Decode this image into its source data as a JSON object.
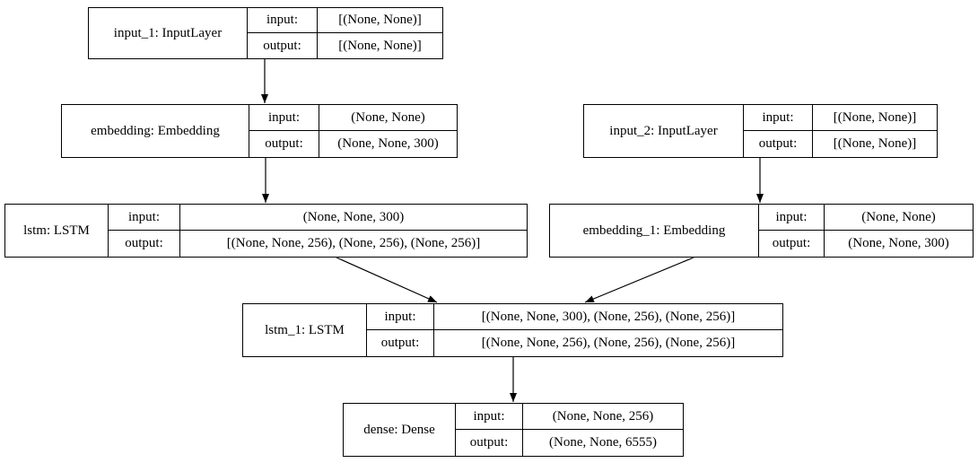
{
  "diagram": {
    "kind": "keras-model-architecture-plot",
    "colors": {
      "background": "#ffffff",
      "line": "#000000",
      "text": "#000000"
    },
    "io_labels": {
      "input": "input:",
      "output": "output:"
    },
    "nodes": [
      {
        "name": "input_1: InputLayer",
        "input": "[(None, None)]",
        "output": "[(None, None)]"
      },
      {
        "name": "embedding: Embedding",
        "input": "(None, None)",
        "output": "(None, None, 300)"
      },
      {
        "name": "lstm: LSTM",
        "input": "(None, None, 300)",
        "output": "[(None, None, 256), (None, 256), (None, 256)]"
      },
      {
        "name": "input_2: InputLayer",
        "input": "[(None, None)]",
        "output": "[(None, None)]"
      },
      {
        "name": "embedding_1: Embedding",
        "input": "(None, None)",
        "output": "(None, None, 300)"
      },
      {
        "name": "lstm_1: LSTM",
        "input": "[(None, None, 300), (None, 256), (None, 256)]",
        "output": "[(None, None, 256), (None, 256), (None, 256)]"
      },
      {
        "name": "dense: Dense",
        "input": "(None, None, 256)",
        "output": "(None, None, 6555)"
      }
    ],
    "edges": [
      {
        "from": "input_1",
        "to": "embedding"
      },
      {
        "from": "embedding",
        "to": "lstm"
      },
      {
        "from": "input_2",
        "to": "embedding_1"
      },
      {
        "from": "lstm",
        "to": "lstm_1"
      },
      {
        "from": "embedding_1",
        "to": "lstm_1"
      },
      {
        "from": "lstm_1",
        "to": "dense"
      }
    ]
  }
}
